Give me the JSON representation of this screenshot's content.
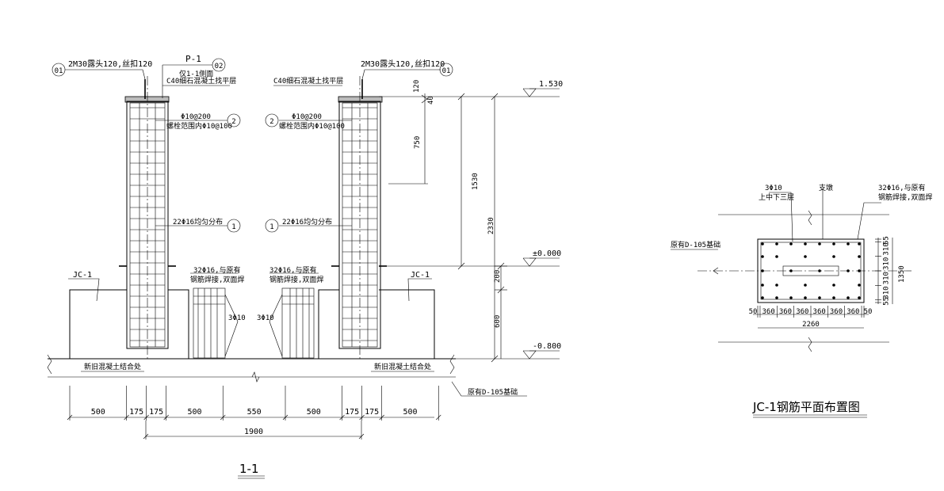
{
  "section": {
    "title": "1-1",
    "left_bolt_label": "2M30露头120,丝扣120",
    "left_bolt_bubble": "01",
    "right_bolt_label": "2M30露头120,丝扣120",
    "right_bolt_bubble": "01",
    "plate_label": "P-1",
    "plate_bubble": "02",
    "plate_sub": "仅1-1侧面",
    "grout_left": "C40细石混凝土找平层",
    "grout_right": "C40细石混凝土找平层",
    "stirrup_left": "Φ10@200",
    "stirrup_left_sub": "螺栓范围内Φ10@100",
    "stirrup_left_bubble": "2",
    "stirrup_right": "Φ10@200",
    "stirrup_right_sub": "螺栓范围内Φ10@100",
    "stirrup_right_bubble": "2",
    "main_bar_left": "22Φ16均匀分布",
    "main_bar_left_bubble": "1",
    "main_bar_right": "22Φ16均匀分布",
    "main_bar_right_bubble": "1",
    "weld_left": "32Φ16,与原有",
    "weld_left_sub": "钢筋焊接,双面焊",
    "weld_right": "32Φ16,与原有",
    "weld_right_sub": "钢筋焊接,双面焊",
    "jc_left": "JC-1",
    "jc_right": "JC-1",
    "tie_left": "3Φ10",
    "tie_right": "3Φ10",
    "joint_left": "新旧混凝土结合处",
    "joint_right": "新旧混凝土结合处",
    "orig_foundation": "原有D-105基础",
    "elev_top": "1.530",
    "elev_zero": "±0.000",
    "elev_bottom": "-0.800",
    "dim_120": "120",
    "dim_40": "40",
    "dim_750": "750",
    "dim_1530": "1530",
    "dim_2330": "2330",
    "dim_200": "200",
    "dim_600": "600",
    "bottom_dims": [
      "500",
      "175",
      "175",
      "500",
      "550",
      "500",
      "175",
      "175",
      "500"
    ],
    "dim_total": "1900"
  },
  "plan": {
    "title": "JC-1钢筋平面布置图",
    "bars_label": "3Φ10",
    "bars_sub": "上中下三层",
    "pier_label": "支墩",
    "weld_label": "32Φ16,与原有",
    "weld_sub": "钢筋焊接,双面焊",
    "orig_foundation": "原有D-105基础",
    "right_dims": [
      "55",
      "310",
      "310",
      "310",
      "310",
      "55"
    ],
    "right_total": "1350",
    "bottom_dims": [
      "50",
      "360",
      "360",
      "360",
      "360",
      "360",
      "360",
      "50"
    ],
    "bottom_total": "2260"
  }
}
